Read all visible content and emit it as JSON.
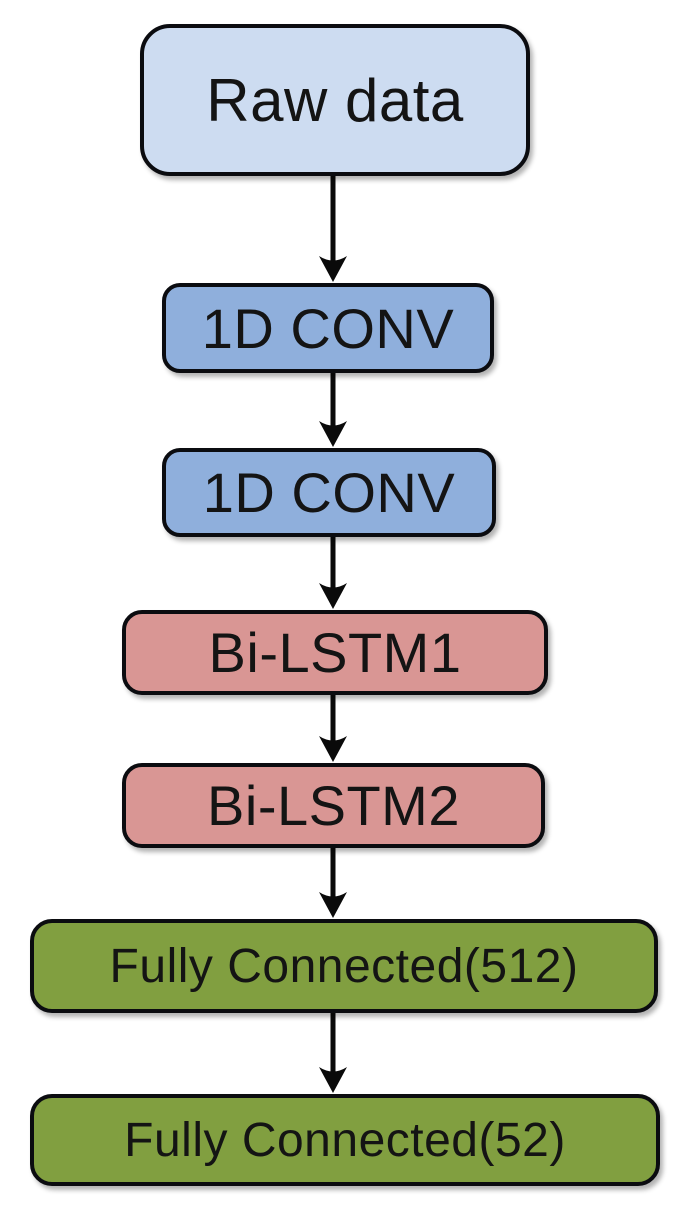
{
  "diagram": {
    "type": "flowchart",
    "direction": "top-down",
    "background": "#ffffff",
    "nodes": [
      {
        "id": "raw-data",
        "label": "Raw data",
        "role": "input-layer",
        "fill": "#cddcf1",
        "border": "#0b0c10",
        "text_color": "#141414"
      },
      {
        "id": "conv1",
        "label": "1D CONV",
        "role": "convolution-layer",
        "fill": "#8fafdc",
        "border": "#0b0c10",
        "text_color": "#141414"
      },
      {
        "id": "conv2",
        "label": "1D CONV",
        "role": "convolution-layer",
        "fill": "#8fafdc",
        "border": "#0b0c10",
        "text_color": "#141414"
      },
      {
        "id": "bilstm1",
        "label": "Bi-LSTM1",
        "role": "recurrent-layer",
        "fill": "#d99694",
        "border": "#0b0c10",
        "text_color": "#141414"
      },
      {
        "id": "bilstm2",
        "label": "Bi-LSTM2",
        "role": "recurrent-layer",
        "fill": "#d99694",
        "border": "#0b0c10",
        "text_color": "#141414"
      },
      {
        "id": "fc512",
        "label": "Fully Connected(512)",
        "role": "fully-connected-layer",
        "fill": "#819f40",
        "border": "#0b0c10",
        "text_color": "#141414"
      },
      {
        "id": "fc52",
        "label": "Fully Connected(52)",
        "role": "fully-connected-layer",
        "fill": "#819f40",
        "border": "#0b0c10",
        "text_color": "#141414"
      }
    ],
    "edges": [
      {
        "from": "raw-data",
        "to": "conv1"
      },
      {
        "from": "conv1",
        "to": "conv2"
      },
      {
        "from": "conv2",
        "to": "bilstm1"
      },
      {
        "from": "bilstm1",
        "to": "bilstm2"
      },
      {
        "from": "bilstm2",
        "to": "fc512"
      },
      {
        "from": "fc512",
        "to": "fc52"
      }
    ],
    "arrow_color": "#0a0a0a"
  }
}
